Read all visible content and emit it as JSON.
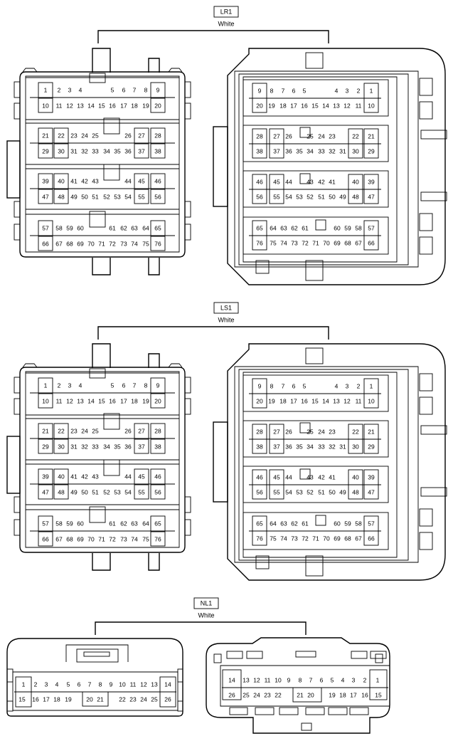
{
  "connectors": [
    {
      "id": "LR1",
      "color": "White"
    },
    {
      "id": "LS1",
      "color": "White"
    },
    {
      "id": "NL1",
      "color": "White"
    }
  ],
  "face76": {
    "rows": [
      [
        "1",
        "2",
        "3",
        "4",
        "5",
        "6",
        "7",
        "8",
        "9"
      ],
      [
        "10",
        "11",
        "12",
        "13",
        "14",
        "15",
        "16",
        "17",
        "18",
        "19",
        "20"
      ],
      [
        "21",
        "22",
        "23",
        "24",
        "25",
        "26",
        "27",
        "28"
      ],
      [
        "29",
        "30",
        "31",
        "32",
        "33",
        "34",
        "35",
        "36",
        "37",
        "38"
      ],
      [
        "39",
        "40",
        "41",
        "42",
        "43",
        "44",
        "45",
        "46"
      ],
      [
        "47",
        "48",
        "49",
        "50",
        "51",
        "52",
        "53",
        "54",
        "55",
        "56"
      ],
      [
        "57",
        "58",
        "59",
        "60",
        "61",
        "62",
        "63",
        "64",
        "65"
      ],
      [
        "66",
        "67",
        "68",
        "69",
        "70",
        "71",
        "72",
        "73",
        "74",
        "75",
        "76"
      ]
    ]
  },
  "face26": {
    "rows": [
      [
        "1",
        "2",
        "3",
        "4",
        "5",
        "6",
        "7",
        "8",
        "9",
        "10",
        "11",
        "12",
        "13",
        "14"
      ],
      [
        "15",
        "16",
        "17",
        "18",
        "19",
        "20",
        "21",
        "22",
        "23",
        "24",
        "25",
        "26"
      ]
    ]
  }
}
